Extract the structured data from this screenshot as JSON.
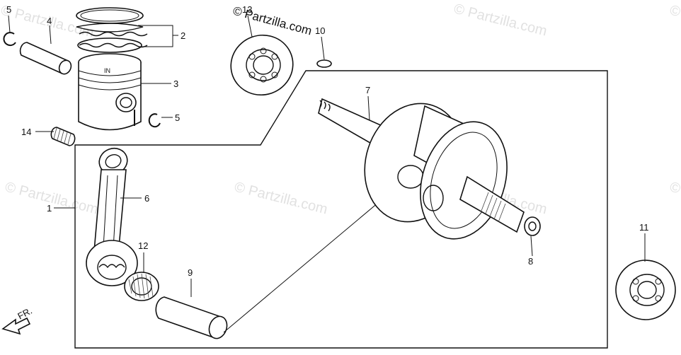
{
  "brand": {
    "copyright_symbol": "©",
    "site": "Partzilla.com"
  },
  "watermark": {
    "symbol": "©",
    "text": "Partzilla.com"
  },
  "fr_arrow_label": "FR.",
  "callouts": [
    {
      "id": "1",
      "label": "1"
    },
    {
      "id": "2",
      "label": "2"
    },
    {
      "id": "3",
      "label": "3"
    },
    {
      "id": "4",
      "label": "4"
    },
    {
      "id": "5a",
      "label": "5"
    },
    {
      "id": "5b",
      "label": "5"
    },
    {
      "id": "6",
      "label": "6"
    },
    {
      "id": "7",
      "label": "7"
    },
    {
      "id": "8",
      "label": "8"
    },
    {
      "id": "9",
      "label": "9"
    },
    {
      "id": "10",
      "label": "10"
    },
    {
      "id": "11",
      "label": "11"
    },
    {
      "id": "12",
      "label": "12"
    },
    {
      "id": "13",
      "label": "13"
    },
    {
      "id": "14",
      "label": "14"
    }
  ]
}
